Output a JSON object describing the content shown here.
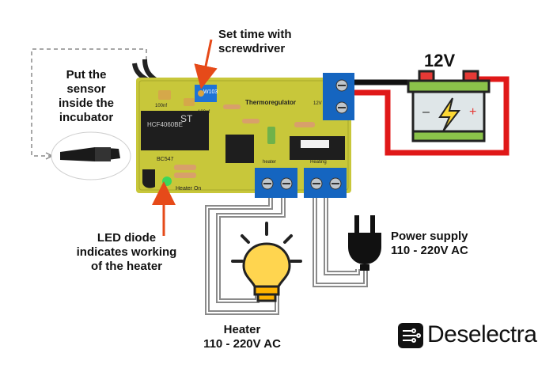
{
  "labels": {
    "set_time": "Set time with\nscrewdriver",
    "sensor": "Put the\nsensor\ninside the\nincubator",
    "led": "LED diode\nindicates working\nof the heater",
    "heater": "Heater\n110 - 220V AC",
    "power_supply": "Power supply\n110 - 220V AC",
    "battery_voltage": "12V"
  },
  "board": {
    "thermoregulator": "Thermoregulator",
    "pot": "W103",
    "c1": "100nf",
    "c2": "100nf",
    "chip": "HCF4060BE",
    "transistor": "BC547",
    "led_label": "Heater On",
    "heater_term": "heater",
    "power_term": "Heating",
    "v12": "12V"
  },
  "brand": "Deselectra",
  "colors": {
    "pcb": "#c8c73a",
    "terminal": "#1565c0",
    "arrow": "#e64a19",
    "wire_red": "#e01818",
    "wire_black": "#111111",
    "wire_gray": "#8a8a8a",
    "battery": "#8bc34a",
    "bulb": "#ffd54f"
  },
  "icons": [
    "battery-icon",
    "lightning-icon",
    "light-bulb-icon",
    "power-plug-icon",
    "brand-logo-icon",
    "temperature-probe-icon"
  ]
}
